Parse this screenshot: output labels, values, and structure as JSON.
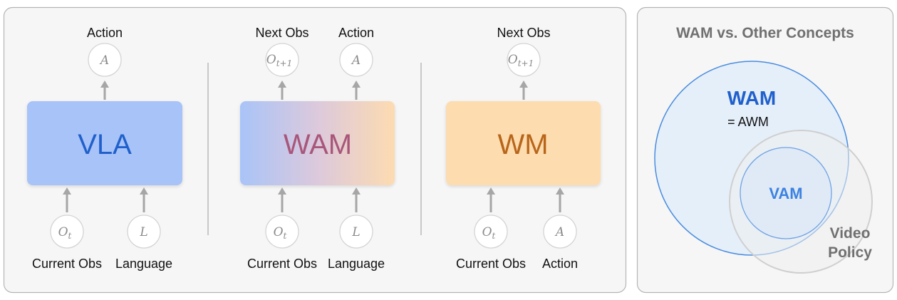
{
  "panels": {
    "vla": {
      "title": "VLA",
      "outputs": [
        {
          "symbol": "A",
          "label": "Action"
        }
      ],
      "inputs": [
        {
          "symbol": "O",
          "sub": "t",
          "label": "Current Obs"
        },
        {
          "symbol": "L",
          "label": "Language"
        }
      ]
    },
    "wam": {
      "title": "WAM",
      "outputs": [
        {
          "symbol": "O",
          "sub": "t+1",
          "label": "Next Obs"
        },
        {
          "symbol": "A",
          "label": "Action"
        }
      ],
      "inputs": [
        {
          "symbol": "O",
          "sub": "t",
          "label": "Current Obs"
        },
        {
          "symbol": "L",
          "label": "Language"
        }
      ]
    },
    "wm": {
      "title": "WM",
      "outputs": [
        {
          "symbol": "O",
          "sub": "t+1",
          "label": "Next Obs"
        }
      ],
      "inputs": [
        {
          "symbol": "O",
          "sub": "t",
          "label": "Current Obs"
        },
        {
          "symbol": "A",
          "label": "Action"
        }
      ]
    }
  },
  "comparison": {
    "title": "WAM vs. Other Concepts",
    "wam_label": "WAM",
    "wam_alias": "= AWM",
    "vam_label": "VAM",
    "video_policy_line1": "Video",
    "video_policy_line2": "Policy"
  },
  "colors": {
    "vla_fill": "#a8c3f7",
    "vla_text": "#2060cc",
    "wam_gradient": [
      "#a8c3f7",
      "#d9c6dc",
      "#fcdcb2"
    ],
    "wam_text": "#a8567a",
    "wm_fill": "#fddcaf",
    "wm_text": "#b8651a",
    "wam_circle_fill": "#e5effa",
    "wam_circle_stroke": "#4a8cde",
    "vam_text": "#3c82e0",
    "comparison_text": "#707070"
  }
}
